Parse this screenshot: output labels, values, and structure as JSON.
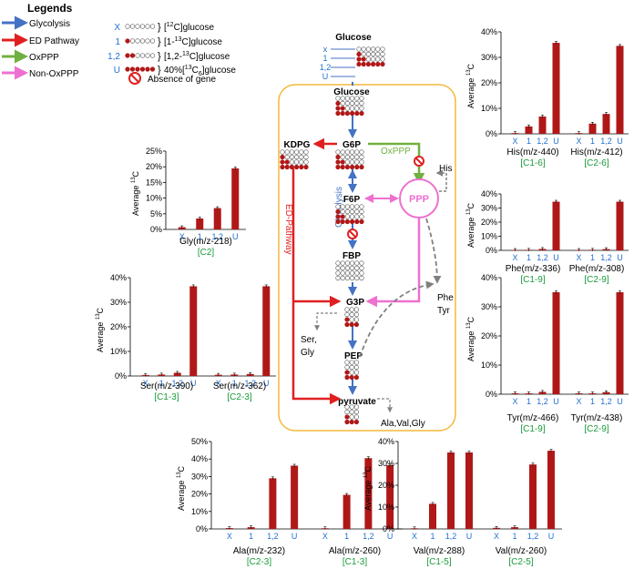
{
  "legend": {
    "title": "Legends",
    "arrows": [
      {
        "label": "Glycolysis",
        "color": "#4472c4"
      },
      {
        "label": "ED Pathway",
        "color": "#e02020"
      },
      {
        "label": "OxPPP",
        "color": "#70b040"
      },
      {
        "label": "Non-OxPPP",
        "color": "#ee70d0"
      }
    ],
    "labels": [
      {
        "key": "X",
        "pre": "[",
        "sup": "12",
        "post": "C]glucose",
        "filled": 0
      },
      {
        "key": "1",
        "pre": "[1-",
        "sup": "13",
        "post": "C]glucose",
        "filled": 1
      },
      {
        "key": "1,2",
        "pre": "[1,2-",
        "sup": "13",
        "post": "C]glucose",
        "filled": 2
      },
      {
        "key": "U",
        "pre": "40%[",
        "sup": "13",
        "post": "C",
        "sub": "6",
        "post2": "]glucose",
        "filled": 6
      }
    ],
    "absence": "Absence of gene"
  },
  "colors": {
    "bar": "#b01818",
    "blue_label": "#1f6fd0",
    "green_label": "#1a9a3a",
    "box": "#f5b83a",
    "ppp": "#ee70d0"
  },
  "pathway": {
    "nodes": {
      "glucose_top": "Glucose",
      "glucose": "Glucose",
      "g6p": "G6P",
      "kdpg": "KDPG",
      "f6p": "F6P",
      "fbp": "FBP",
      "g3p": "G3P",
      "pep": "PEP",
      "pyruvate": "pyruvate",
      "ppp": "PPP"
    },
    "labels": {
      "oxppp": "OxPPP",
      "glycolysis": "Glycolysis",
      "ed": "ED-Pathway",
      "his": "His",
      "phe": "Phe",
      "tyr": "Tyr",
      "ser": "Ser,",
      "gly": "Gly",
      "ala_val_gly": "Ala,Val,Gly"
    },
    "input_keys": [
      "x",
      "1",
      "1,2",
      "U"
    ]
  },
  "chart_data": [
    {
      "type": "bar",
      "id": "gly",
      "title": "Gly(m/z-218)",
      "subtitle": "[C2]",
      "ylabel": "Average 13C",
      "categories": [
        "X",
        "1",
        "1,2",
        "U"
      ],
      "ylim": [
        0,
        25
      ],
      "ytick_suffix": "%",
      "series": [
        {
          "label": "Gly(m/z-218)",
          "sub": "[C2]",
          "values": [
            0.7,
            3.5,
            6.8,
            19.5
          ]
        }
      ]
    },
    {
      "type": "bar",
      "id": "ser",
      "ylabel": "Average 13C",
      "categories": [
        "X",
        "1",
        "1,2",
        "U"
      ],
      "ylim": [
        0,
        40
      ],
      "ytick_suffix": "%",
      "series": [
        {
          "label": "Ser(m/z-390)",
          "sub": "[C1-3]",
          "values": [
            0.4,
            0.6,
            1.3,
            36.5
          ]
        },
        {
          "label": "Ser(m/z-362)",
          "sub": "[C2-3]",
          "values": [
            0.5,
            0.6,
            0.8,
            36.5
          ]
        }
      ]
    },
    {
      "type": "bar",
      "id": "his",
      "ylabel": "Average 13C",
      "categories": [
        "X",
        "1",
        "1,2",
        "U"
      ],
      "ylim": [
        0,
        40
      ],
      "ytick_suffix": "%",
      "series": [
        {
          "label": "His(m/z-440)",
          "sub": "[C1-6]",
          "values": [
            0.3,
            2.9,
            6.8,
            35.7
          ]
        },
        {
          "label": "His(m/z-412)",
          "sub": "[C2-6]",
          "values": [
            0.3,
            4.0,
            7.8,
            34.5
          ]
        }
      ]
    },
    {
      "type": "bar",
      "id": "phe",
      "ylabel": "Average 13C",
      "categories": [
        "X",
        "1",
        "1,2",
        "U"
      ],
      "ylim": [
        0,
        40
      ],
      "ytick_suffix": "%",
      "series": [
        {
          "label": "Phe(m/z-336)",
          "sub": "[C1-9]",
          "values": [
            0.3,
            0.4,
            1.0,
            34.5
          ]
        },
        {
          "label": "Phe(m/z-308)",
          "sub": "[C2-9]",
          "values": [
            0.3,
            0.4,
            0.9,
            34.5
          ]
        }
      ]
    },
    {
      "type": "bar",
      "id": "tyr",
      "ylabel": "Average 13C",
      "categories": [
        "X",
        "1",
        "1,2",
        "U"
      ],
      "ylim": [
        0,
        40
      ],
      "ytick_suffix": "%",
      "series": [
        {
          "label": "Tyr(m/z-466)",
          "sub": "[C1-9]",
          "values": [
            0.3,
            0.3,
            0.8,
            35.0
          ]
        },
        {
          "label": "Tyr(m/z-438)",
          "sub": "[C2-9]",
          "values": [
            0.3,
            0.3,
            0.7,
            35.0
          ]
        }
      ]
    },
    {
      "type": "bar",
      "id": "ala",
      "ylabel": "Average 13C",
      "categories": [
        "X",
        "1",
        "1,2",
        "U"
      ],
      "ylim": [
        0,
        50
      ],
      "ytick_suffix": "%",
      "series": [
        {
          "label": "Ala(m/z-232)",
          "sub": "[C2-3]",
          "values": [
            0.5,
            1.0,
            29.0,
            36.2
          ]
        },
        {
          "label": "Ala(m/z-260)",
          "sub": "[C1-3]",
          "values": [
            0.4,
            19.5,
            40.5,
            36.5
          ]
        }
      ]
    },
    {
      "type": "bar",
      "id": "val",
      "ylabel": "Average 13C",
      "categories": [
        "X",
        "1",
        "1,2",
        "U"
      ],
      "ylim": [
        0,
        40
      ],
      "ytick_suffix": "%",
      "series": [
        {
          "label": "Val(m/z-288)",
          "sub": "[C1-5]",
          "values": [
            0.3,
            11.5,
            35.0,
            35.0
          ]
        },
        {
          "label": "Val(m/z-260)",
          "sub": "[C2-5]",
          "values": [
            0.5,
            0.8,
            29.5,
            35.8
          ]
        }
      ]
    }
  ]
}
